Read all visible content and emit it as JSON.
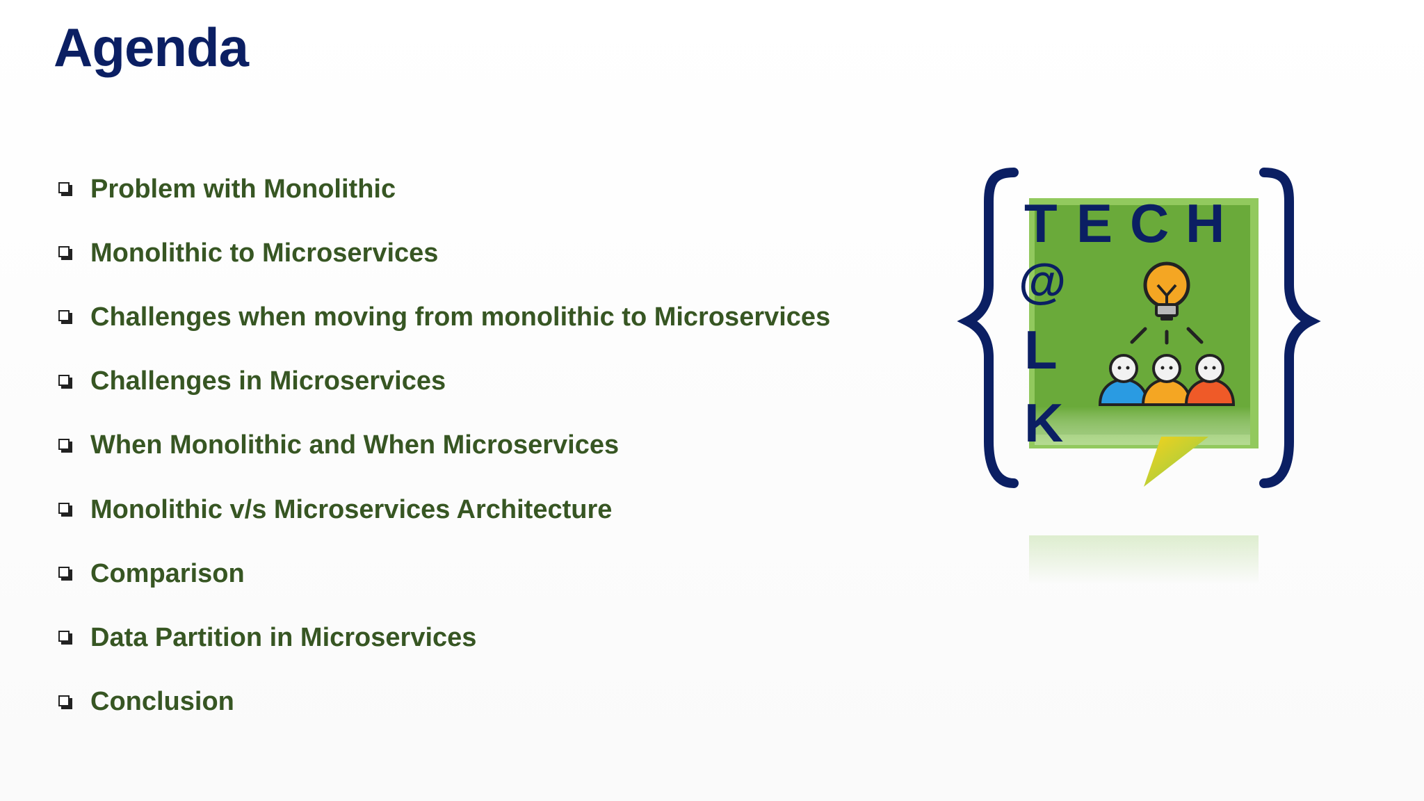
{
  "slide": {
    "title": "Agenda",
    "items": [
      {
        "label": "Problem with Monolithic"
      },
      {
        "label": "Monolithic to Microservices"
      },
      {
        "label": "Challenges when moving from monolithic to Microservices"
      },
      {
        "label": "Challenges in Microservices"
      },
      {
        "label": "When Monolithic and When Microservices"
      },
      {
        "label": "Monolithic v/s Microservices Architecture"
      },
      {
        "label": "Comparison"
      },
      {
        "label": "Data Partition in Microservices"
      },
      {
        "label": "Conclusion"
      }
    ]
  },
  "logo": {
    "letters_top": [
      "T",
      "E",
      "C",
      "H"
    ],
    "letters_side": [
      "@",
      "L",
      "K"
    ],
    "icons": [
      "curly-brace-left-icon",
      "curly-brace-right-icon",
      "lightbulb-icon",
      "person-blue-icon",
      "person-orange-icon",
      "person-red-icon"
    ]
  },
  "colors": {
    "title": "#0b1f63",
    "item_text": "#375623",
    "logo_green": "#6aaa3a",
    "logo_navy": "#0b1f63",
    "bulb_orange": "#f4a623"
  }
}
